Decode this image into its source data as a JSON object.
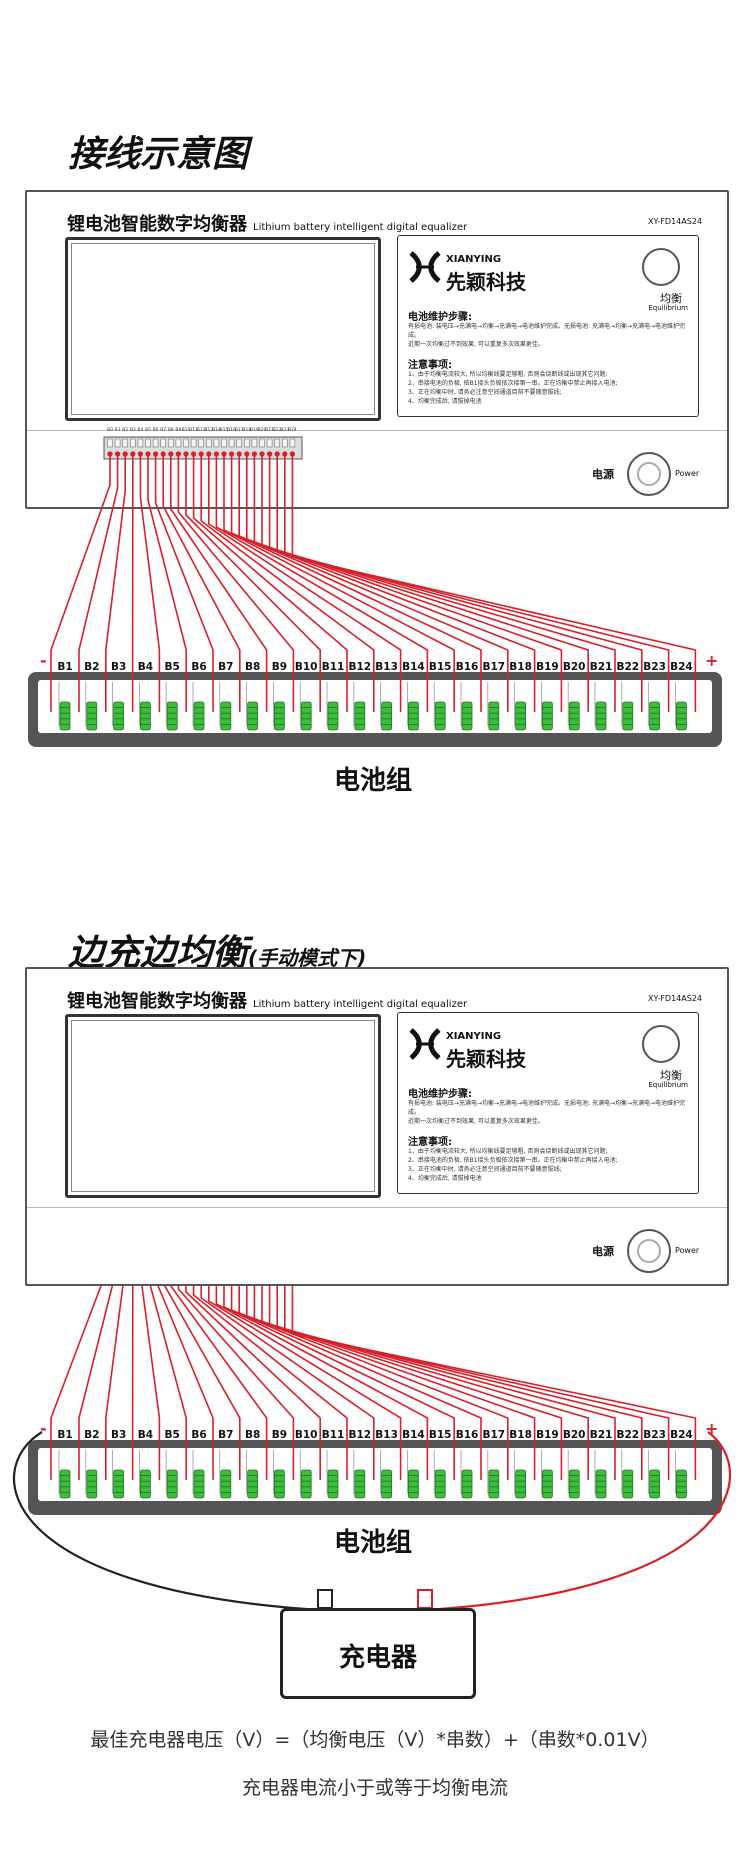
{
  "section1": {
    "title": "接线示意图"
  },
  "section2": {
    "title": "边充边均衡",
    "subtitle": "(手动模式下)"
  },
  "device": {
    "name": "锂电池智能数字均衡器",
    "name_en": "Lithium battery intelligent digital equalizer",
    "model": "XY-FD14AS24",
    "brand_en": "XIANYING",
    "brand_cn": "先颖科技",
    "equilibrium_cn": "均衡",
    "equilibrium_en": "Equilibrium",
    "maintenance_title": "电池维护步骤:",
    "maintenance_text": "有损电池: 装电压→充满电→均衡→充满电→电池维护完成。无损电池: 充满电→均衡→充满电→电池维护完成。\n近期一次均衡过不到效果, 可以重复多次效果更佳。",
    "notes_title": "注意事项:",
    "notes_text": "1、由于均衡电流较大, 所以均衡线要足够粗, 否则会烧断线或出现其它问题;\n2、串接电池的负极, 依B1接头负极依次接第一串。正在均衡中禁止再接入电池;\n3、正在均衡中时, 请务必注意空间通道目前不要随意拔线;\n4、均衡完成后, 请拔掉电池",
    "power_cn": "电源",
    "power_en": "Power",
    "pin_labels": [
      "B0",
      "B1",
      "B2",
      "B3",
      "B4",
      "B5",
      "B6",
      "B7",
      "B8",
      "B9",
      "B10",
      "B11",
      "B12",
      "B13",
      "B14",
      "B15",
      "B16",
      "B17",
      "B18",
      "B19",
      "B20",
      "B21",
      "B22",
      "B23",
      "B24"
    ]
  },
  "battery": {
    "label": "电池组",
    "cells": [
      "B1",
      "B2",
      "B3",
      "B4",
      "B5",
      "B6",
      "B7",
      "B8",
      "B9",
      "B10",
      "B11",
      "B12",
      "B13",
      "B14",
      "B15",
      "B16",
      "B17",
      "B18",
      "B19",
      "B20",
      "B21",
      "B22",
      "B23",
      "B24"
    ],
    "minus": "-",
    "plus": "+"
  },
  "charger": {
    "label": "充电器",
    "minus": "-",
    "plus": "+"
  },
  "formula": "最佳充电器电压（V）=（均衡电压（V）*串数）+（串数*0.01V）",
  "note": "充电器电流小于或等于均衡电流",
  "colors": {
    "wire_red": "#d9202a",
    "wire_black": "#222222",
    "cell_green": "#3dbb3d"
  }
}
